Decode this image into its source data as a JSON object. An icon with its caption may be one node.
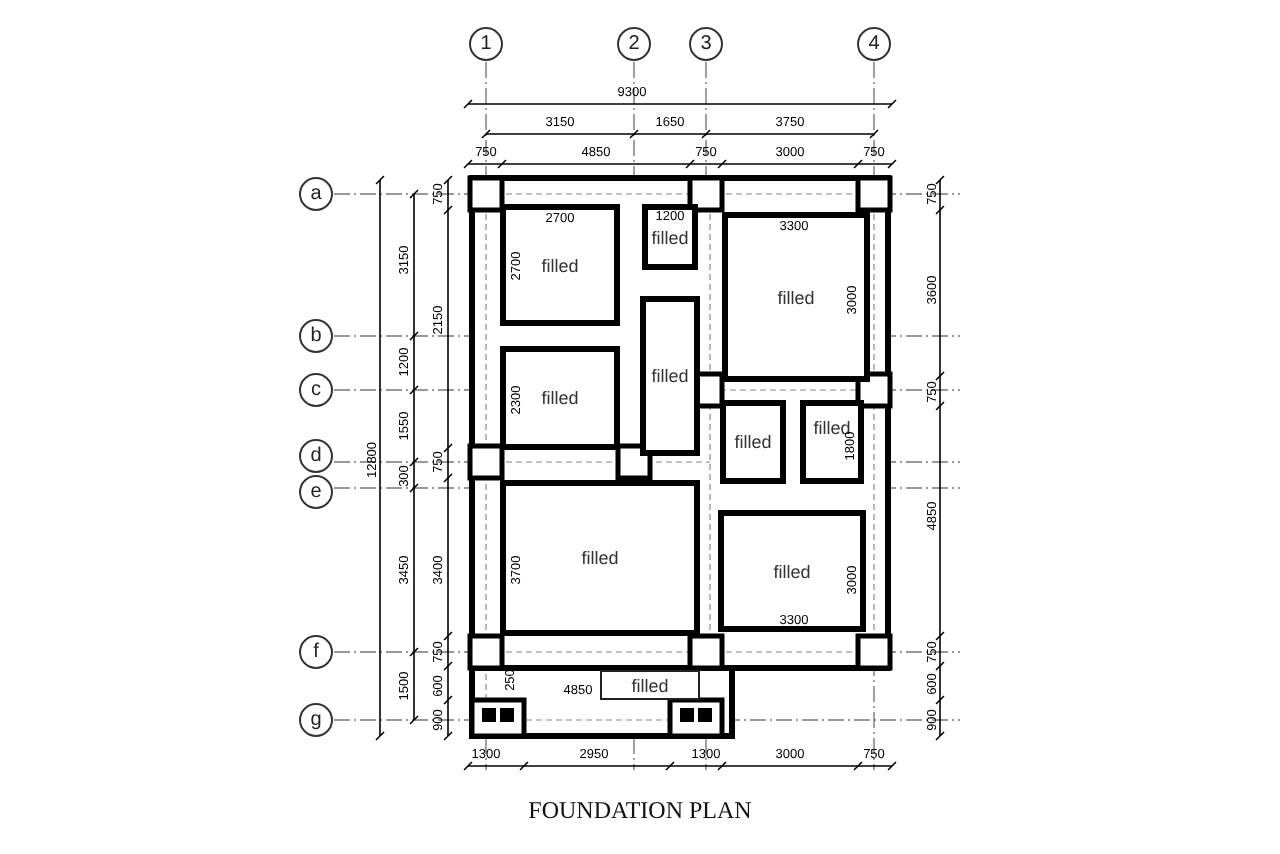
{
  "diagram": {
    "title": "FOUNDATION PLAN",
    "nodes": [
      {
        "text": [
          "filled"
        ]
      },
      {
        "text": [
          "filled"
        ]
      },
      {
        "text": [
          "filled"
        ]
      },
      {
        "text": [
          "filled"
        ]
      },
      {
        "text": [
          "filled"
        ]
      },
      {
        "text": [
          "filled"
        ]
      },
      {
        "text": [
          "filled"
        ]
      },
      {
        "text": [
          "filled"
        ]
      },
      {
        "text": [
          "filled"
        ]
      },
      {
        "text": [
          "filled"
        ]
      }
    ],
    "labels": [
      "1",
      "2",
      "3",
      "4",
      "9300",
      "3150",
      "1650",
      "3750",
      "750",
      "4850",
      "750",
      "3000",
      "750",
      "a",
      "750",
      "750",
      "2700",
      "1200",
      "3300",
      "3150",
      "2700",
      "3000",
      "3600",
      "2150",
      "b",
      "1200",
      "c",
      "750",
      "2300",
      "1550",
      "1800",
      "d",
      "12800",
      "750",
      "300",
      "e",
      "4850",
      "3450",
      "3400",
      "3700",
      "3000",
      "3300",
      "f",
      "750",
      "750",
      "1500",
      "600",
      "250",
      "4850",
      "600",
      "g",
      "900",
      "900",
      "1300",
      "2950",
      "1300",
      "3000",
      "750"
    ]
  }
}
